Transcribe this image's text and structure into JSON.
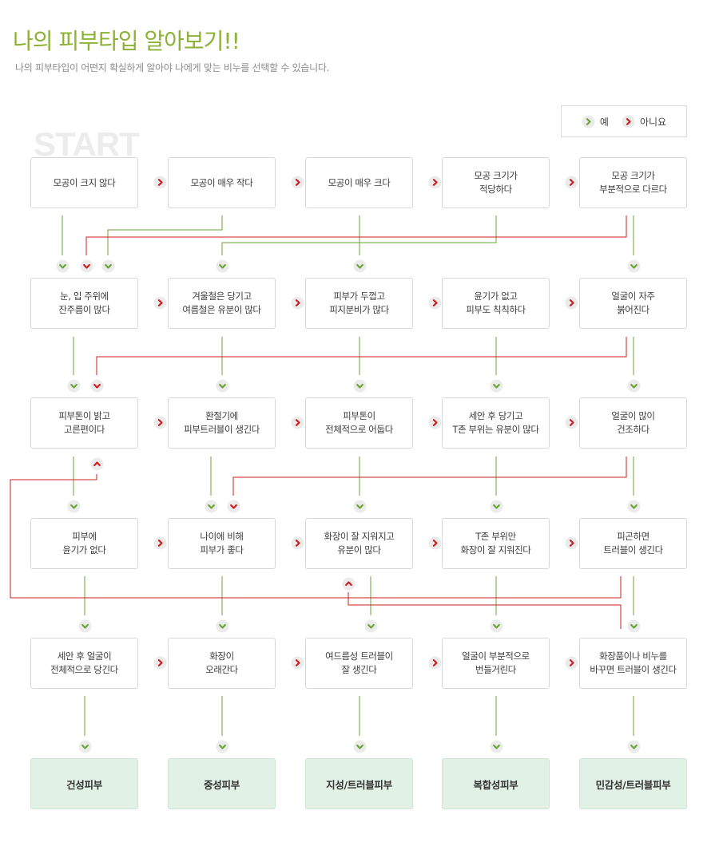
{
  "header": {
    "title": "나의 피부타입 알아보기!!",
    "subtitle": "나의 피부타입이 어떤지 확실하게 알아야 나에게 맞는 비누를 선택할 수 있습니다."
  },
  "legend": {
    "yes_label": "예",
    "no_label": "아니요"
  },
  "start_label": "START",
  "colors": {
    "yes": "#6aa535",
    "no": "#cc1f1f",
    "title": "#8bb135",
    "result_bg": "#e1f1e5"
  },
  "questions": [
    [
      "모공이 크지 않다",
      "모공이 매우 작다",
      "모공이 매우 크다",
      "모공 크기가\n적당하다",
      "모공 크기가\n부분적으로 다르다"
    ],
    [
      "눈, 입 주위에\n잔주름이 많다",
      "겨울철은 당기고\n여름철은 유분이 많다",
      "피부가 두껍고\n피지분비가 많다",
      "윤기가 없고\n피부도 칙칙하다",
      "얼굴이 자주\n붉어진다"
    ],
    [
      "피부톤이 밝고\n고른편이다",
      "환절기에\n피부트러블이 생긴다",
      "피부톤이\n전체적으로 어둡다",
      "세안 후 당기고\nT존 부위는 유분이 많다",
      "얼굴이 많이\n건조하다"
    ],
    [
      "피부에\n윤기가 없다",
      "나이에 비해\n피부가 좋다",
      "화장이 잘 지워지고\n유분이 많다",
      "T존 부위만\n화장이 잘 지워진다",
      "피곤하면\n트러블이 생긴다"
    ],
    [
      "세안 후 얼굴이\n전체적으로 당긴다",
      "화장이\n오래간다",
      "여드름성 트러블이\n잘 생긴다",
      "얼굴이 부분적으로\n번들거린다",
      "화장품이나 비누를\n바꾸면 트러블이 생긴다"
    ]
  ],
  "results": [
    "건성피부",
    "중성피부",
    "지성/트러블피부",
    "복합성피부",
    "민감성/트러블피부"
  ]
}
